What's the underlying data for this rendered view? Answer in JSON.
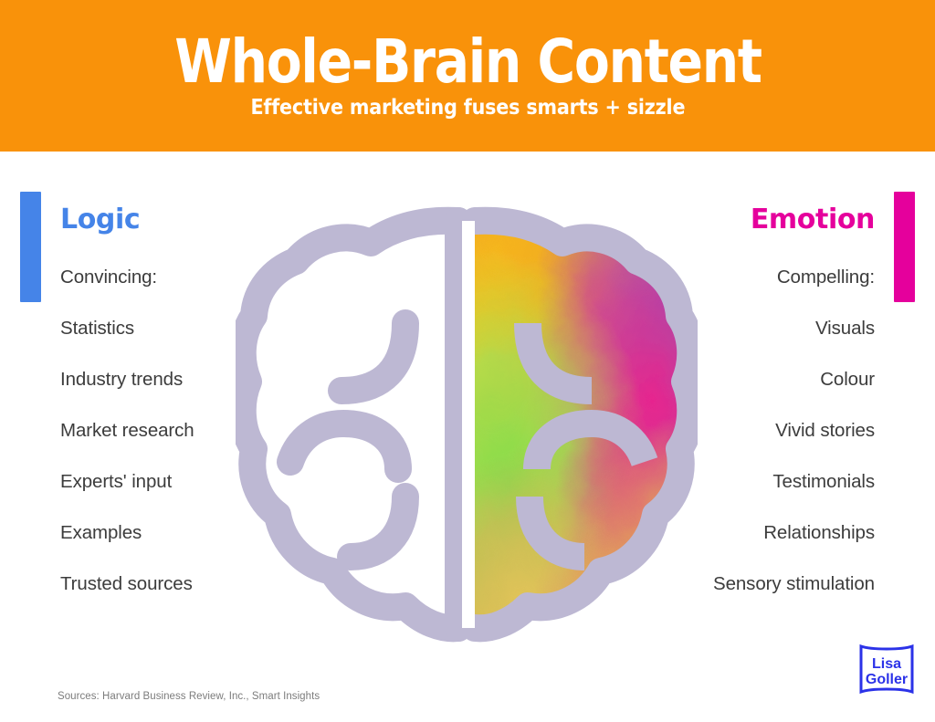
{
  "header": {
    "title": "Whole-Brain Content",
    "subtitle": "Effective marketing fuses smarts + sizzle",
    "background_color": "#F9920A",
    "text_color": "#FFFFFF"
  },
  "left_column": {
    "heading": "Logic",
    "accent_color": "#4584E8",
    "items": [
      "Convincing:",
      "Statistics",
      "Industry trends",
      "Market research",
      "Experts' input",
      "Examples",
      "Trusted sources"
    ]
  },
  "right_column": {
    "heading": "Emotion",
    "accent_color": "#E5009C",
    "items": [
      "Compelling:",
      "Visuals",
      "Colour",
      "Vivid stories",
      "Testimonials",
      "Relationships",
      "Sensory stimulation"
    ]
  },
  "graphic": {
    "name": "brain-illustration",
    "left_hemisphere_style": "outline",
    "right_hemisphere_style": "colorful watercolor fill",
    "outline_color": "#BDB8D3",
    "watercolor_colors": [
      "#F0A81E",
      "#EFC822",
      "#9B4FBF",
      "#E5268F",
      "#3E8FD6",
      "#7ED957",
      "#C6E03A",
      "#E8567F"
    ]
  },
  "footer": {
    "sources": "Sources: Harvard Business Review, Inc., Smart Insights",
    "sources_color": "#7C7C7C"
  },
  "logo": {
    "line1": "Lisa",
    "line2": "Goller",
    "color": "#2B32E8"
  }
}
